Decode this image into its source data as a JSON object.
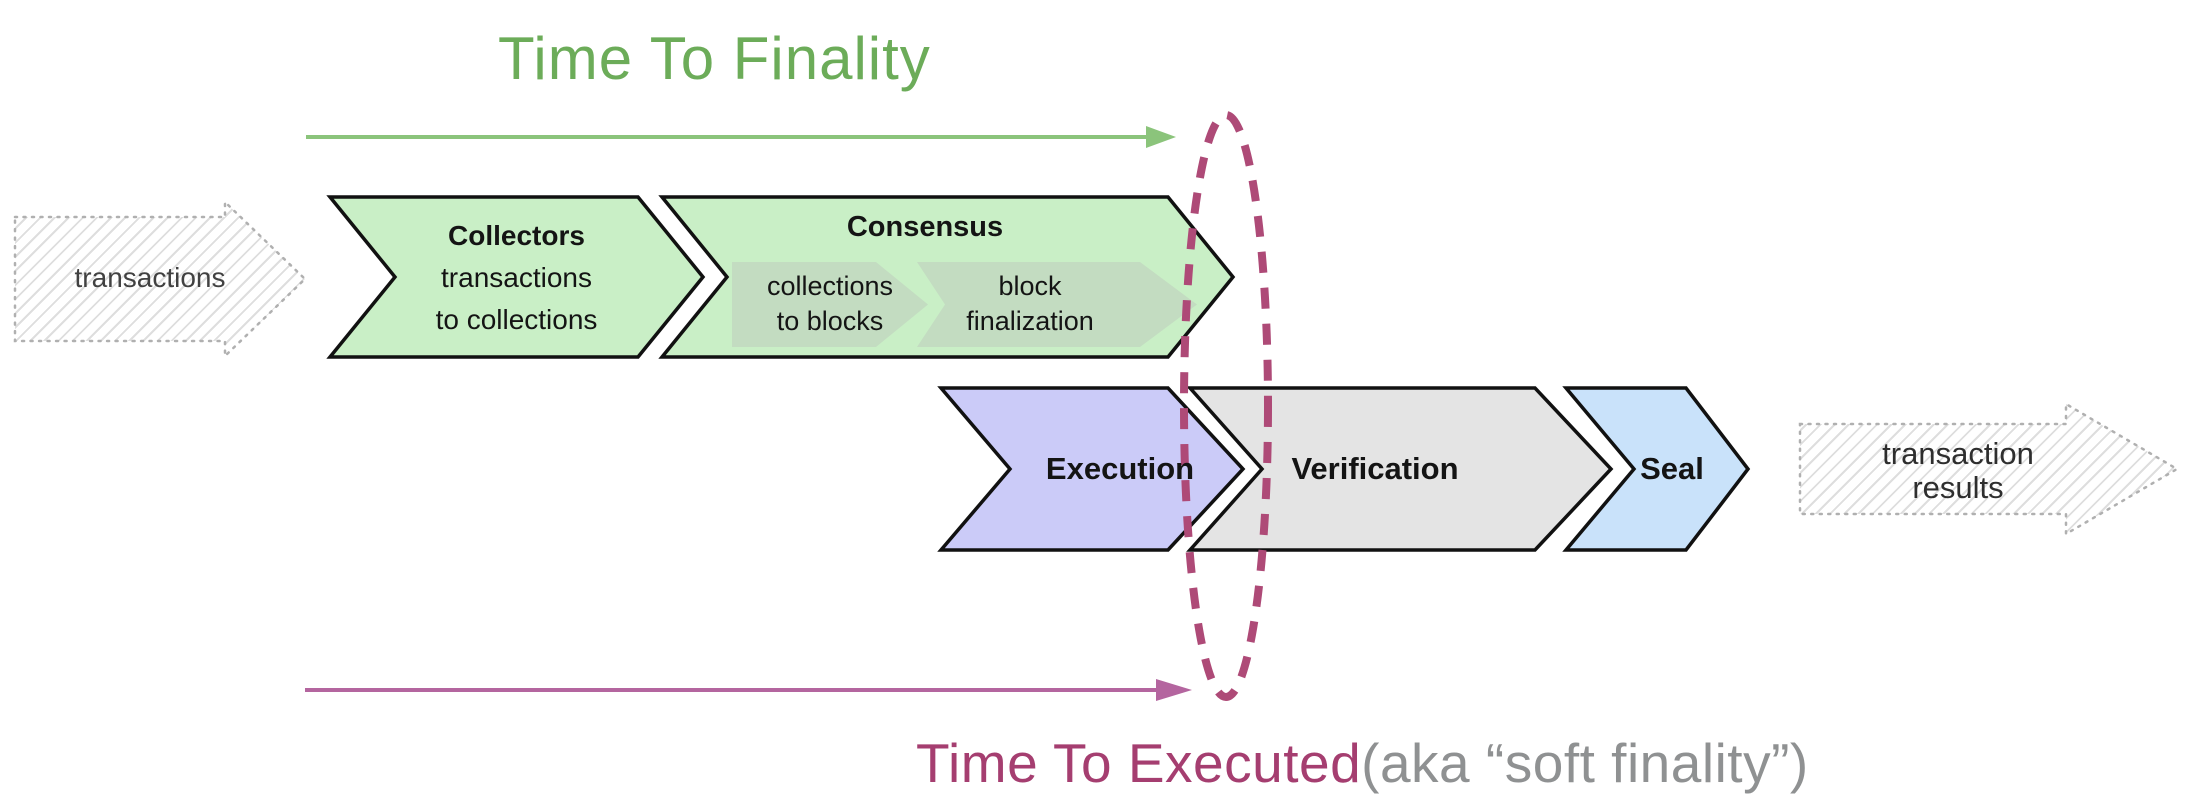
{
  "titles": {
    "time_to_finality": "Time To Finality",
    "time_to_executed": "Time To Executed",
    "time_to_executed_suffix": " (aka “soft finality”)"
  },
  "input_arrow": {
    "label": "transactions"
  },
  "output_arrow": {
    "line1": "transaction",
    "line2": "results"
  },
  "pipeline": {
    "collectors": {
      "title": "Collectors",
      "line1": "transactions",
      "line2": "to collections"
    },
    "consensus": {
      "title": "Consensus",
      "sub1_line1": "collections",
      "sub1_line2": "to blocks",
      "sub2_line1": "block",
      "sub2_line2": "finalization"
    },
    "execution_label": "Execution",
    "verification_label": "Verification",
    "seal_label": "Seal"
  },
  "colors": {
    "finality_title_green": "#6cac59",
    "finality_arrow_green": "#8bc47b",
    "executed_title_maroon": "#a53e70",
    "executed_suffix_gray": "#8f9192",
    "executed_arrow_purple": "#b4659f",
    "soft_finality_ellipse_maroon": "#ae4a77",
    "chevron_green_fill": "#c9efc6",
    "chevron_subgreen_fill": "#c3dcc1",
    "chevron_purple_fill": "#cbcbf8",
    "chevron_gray_fill": "#e4e4e4",
    "chevron_blue_fill": "#c9e2fa",
    "chevron_border": "#111111"
  }
}
